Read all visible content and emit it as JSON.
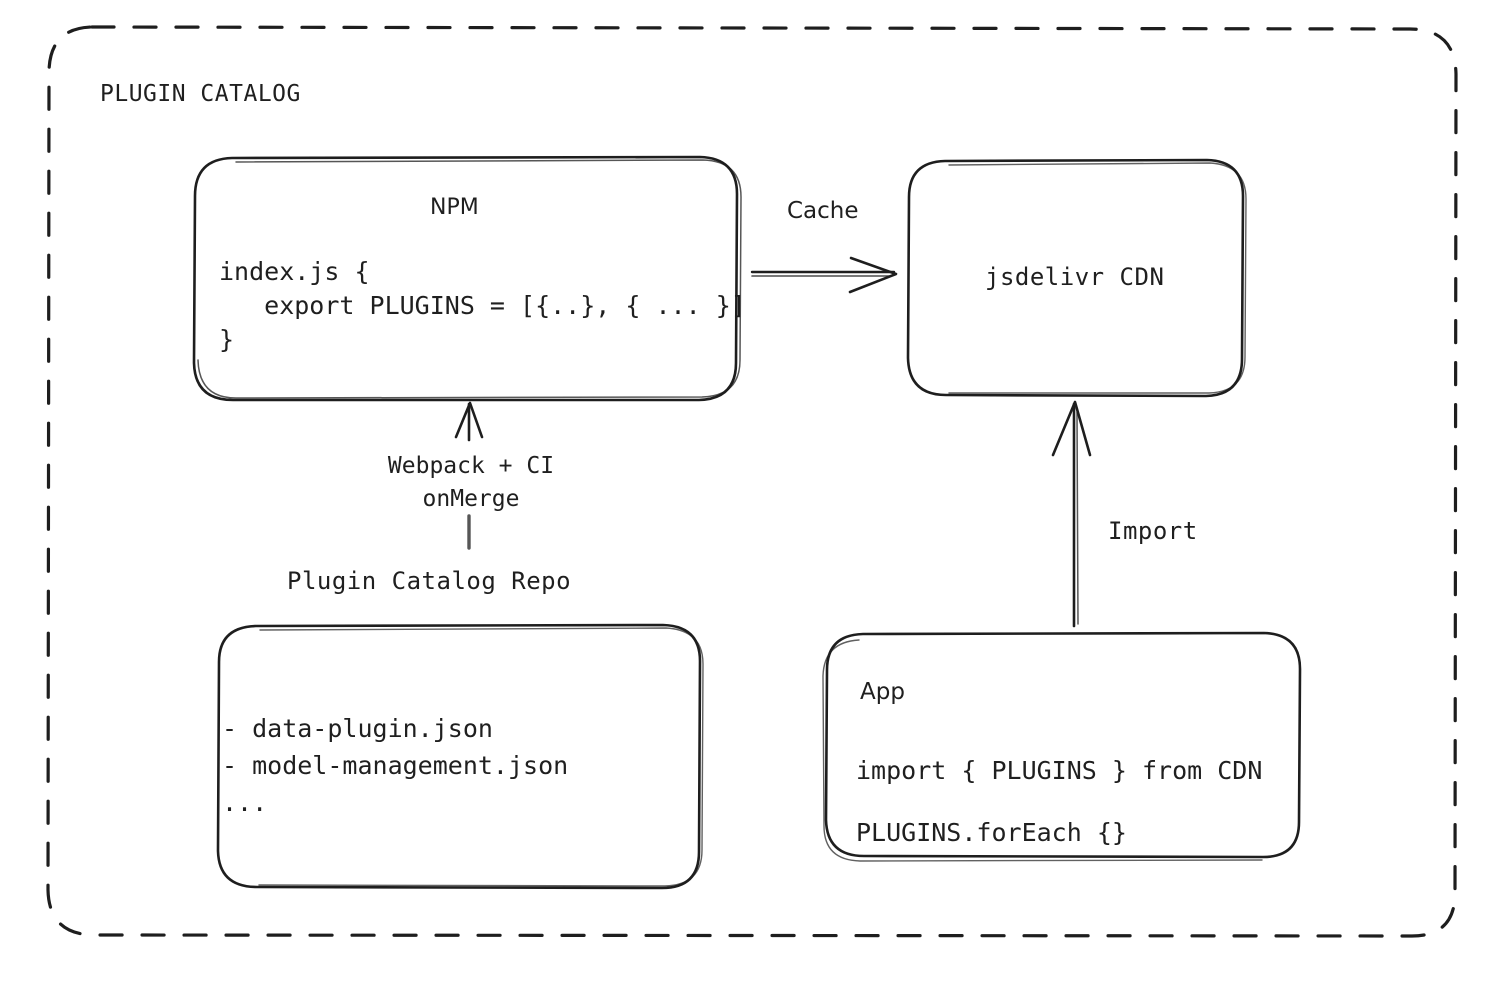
{
  "diagram": {
    "title": "PLUGIN CATALOG",
    "style": "hand-drawn excalidraw whiteboard",
    "stroke_color": "#1e1e1e",
    "background_color": "#ffffff",
    "container": {
      "label": "PLUGIN CATALOG",
      "border_style": "dashed",
      "shape": "rounded-rectangle"
    },
    "nodes": [
      {
        "id": "npm",
        "title": "NPM",
        "lines": [
          "index.js {",
          "   export PLUGINS = [{..}, { ... }]",
          "}"
        ]
      },
      {
        "id": "cdn",
        "title": "jsdelivr CDN",
        "lines": []
      },
      {
        "id": "repo",
        "title": "Plugin Catalog Repo",
        "lines": [
          "- data-plugin.json",
          "- model-management.json",
          "..."
        ]
      },
      {
        "id": "app",
        "title": "App",
        "lines": [
          "import { PLUGINS } from CDN",
          "PLUGINS.forEach {}"
        ]
      }
    ],
    "edges": [
      {
        "id": "npm-to-cdn",
        "from": "npm",
        "to": "cdn",
        "label": "Cache",
        "direction": "right"
      },
      {
        "id": "repo-to-npm",
        "from": "repo",
        "to": "npm",
        "label": "Webpack + CI\nonMerge",
        "label_line1": "Webpack + CI",
        "label_line2": "onMerge",
        "direction": "up"
      },
      {
        "id": "app-to-cdn",
        "from": "app",
        "to": "cdn",
        "label": "Import",
        "direction": "up"
      }
    ]
  }
}
